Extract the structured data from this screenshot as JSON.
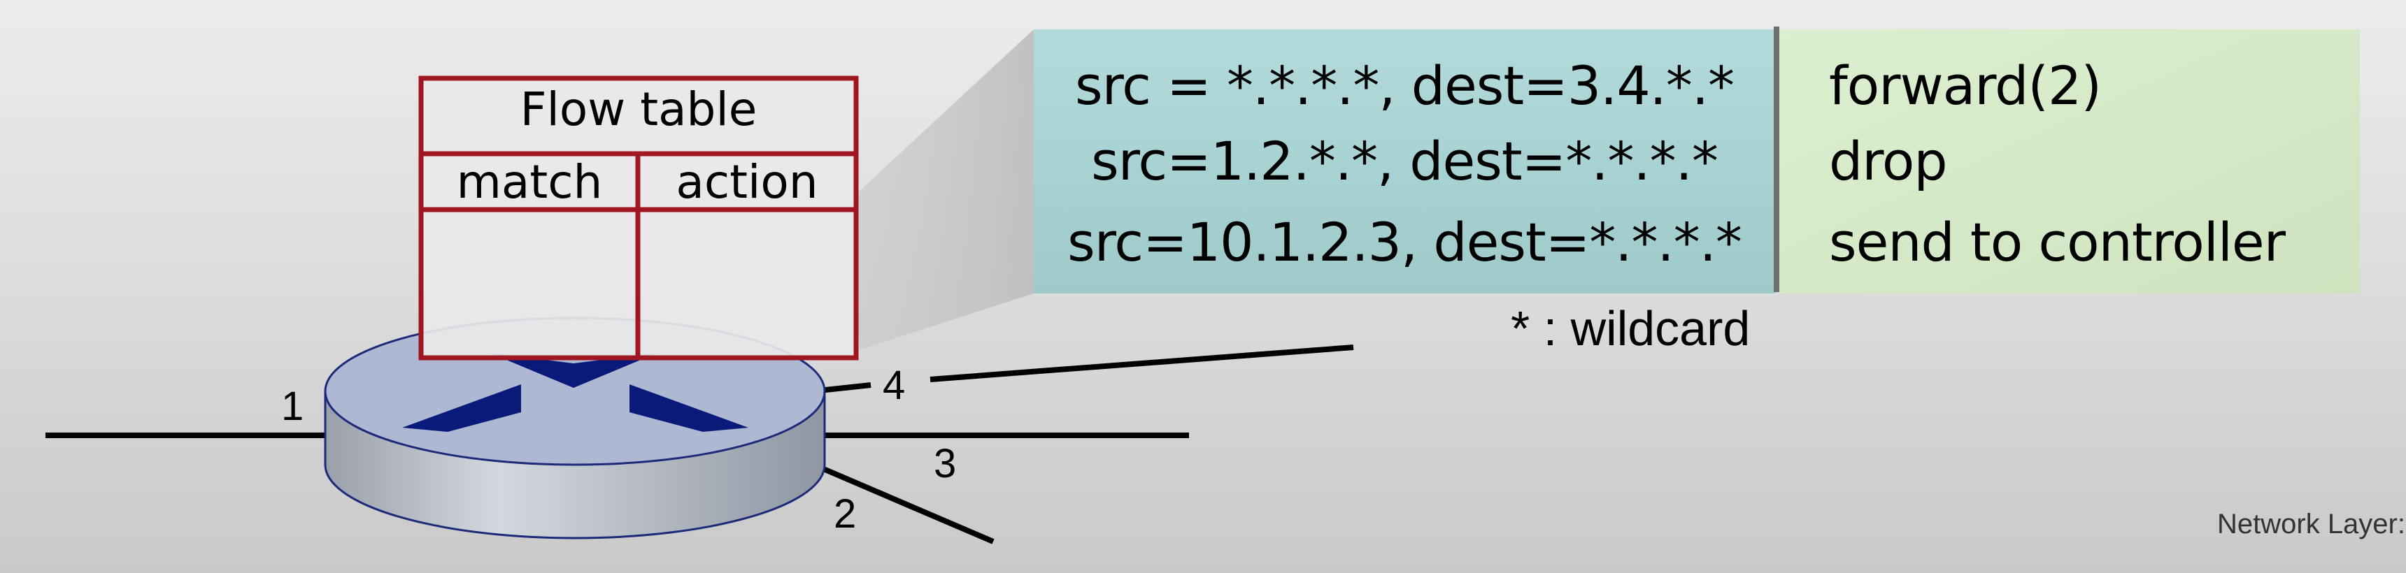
{
  "flow_table": {
    "title": "Flow table",
    "col_match": "match",
    "col_action": "action"
  },
  "rules": [
    {
      "match": "src = *.*.*.*, dest=3.4.*.*",
      "action": "forward(2)"
    },
    {
      "match": "src=1.2.*.*, dest=*.*.*.*",
      "action": "drop"
    },
    {
      "match": "src=10.1.2.3, dest=*.*.*.*",
      "action": "send to controller"
    }
  ],
  "legend": {
    "wildcard": "* : wildcard"
  },
  "ports": {
    "p1": "1",
    "p2": "2",
    "p3": "3",
    "p4": "4"
  },
  "footer": "Network Layer:",
  "colors": {
    "match_panel": "#a9d4d4",
    "action_panel": "#d5e9c6",
    "table_border": "#a01622",
    "router_top": "#a8b4cf",
    "router_arrows": "#0a1a7a"
  }
}
